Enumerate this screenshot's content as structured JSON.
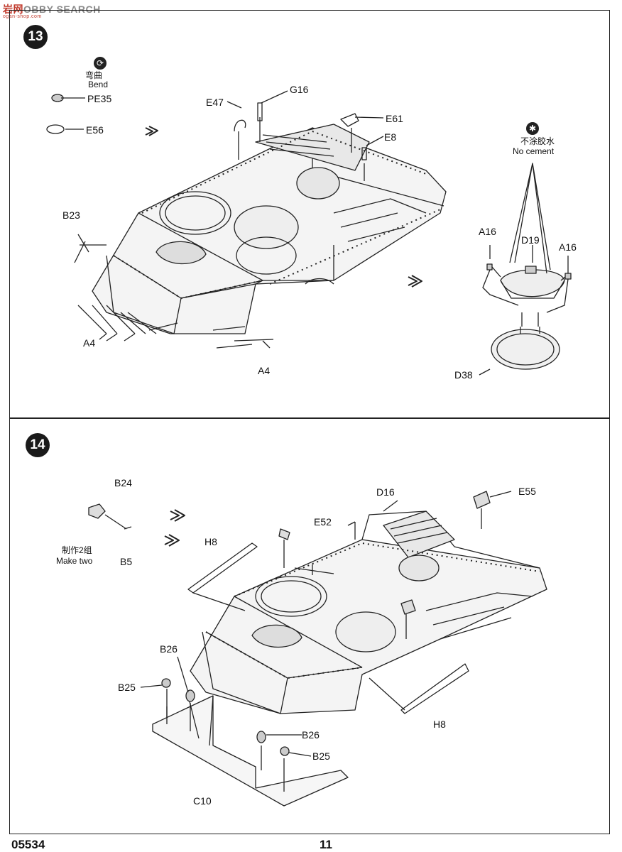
{
  "watermark": {
    "main_a": "岩",
    "main_b": "网",
    "main_c": "OBBY SEARCH",
    "sub": "ogan-shop.com"
  },
  "step13": {
    "number": "13",
    "bend_cn": "弯曲",
    "bend_en": "Bend",
    "no_cement_cn": "不涂胶水",
    "no_cement_en": "No cement",
    "parts": {
      "pe35": "PE35",
      "e56": "E56",
      "e47": "E47",
      "g16": "G16",
      "e61": "E61",
      "e8": "E8",
      "b23": "B23",
      "a4_left": "A4",
      "a4_right": "A4",
      "a16_left": "A16",
      "a16_right": "A16",
      "d19": "D19",
      "d38": "D38"
    }
  },
  "step14": {
    "number": "14",
    "make_two_cn": "制作2组",
    "make_two_en": "Make two",
    "parts": {
      "b24": "B24",
      "b5": "B5",
      "h8_left": "H8",
      "h8_right": "H8",
      "e52": "E52",
      "d16": "D16",
      "e55": "E55",
      "b26_top": "B26",
      "b25_left": "B25",
      "b26_bottom": "B26",
      "b25_bottom": "B25",
      "c10": "C10"
    }
  },
  "footer": {
    "code": "05534",
    "page": "11"
  },
  "icons": {
    "bend": "bend-icon",
    "no_cement": "no-cement-icon"
  }
}
